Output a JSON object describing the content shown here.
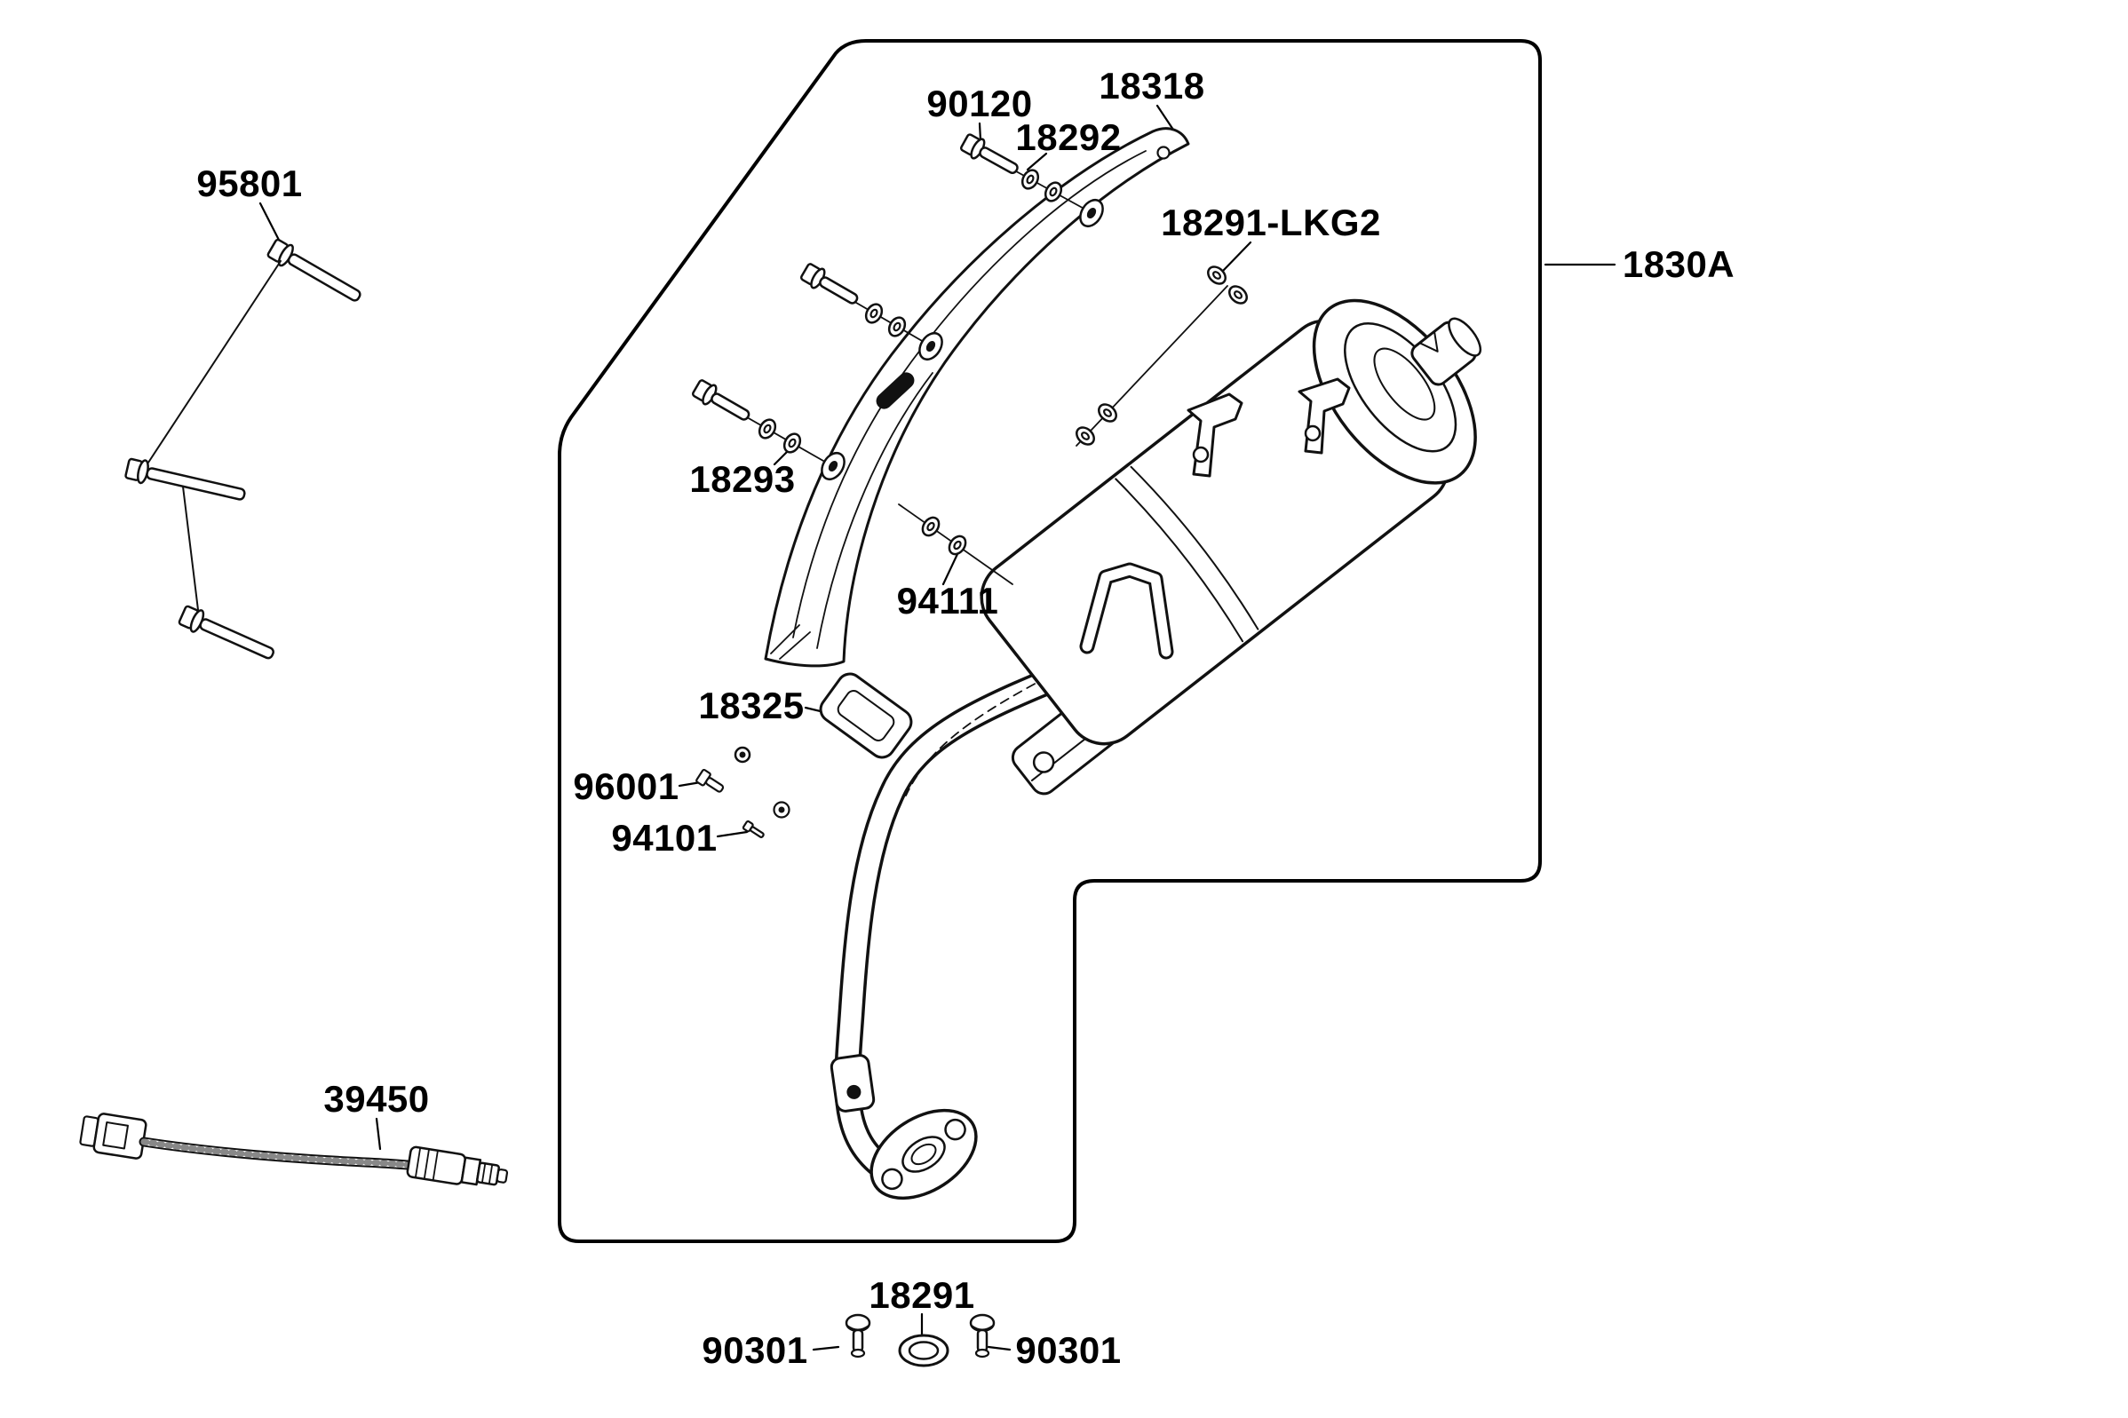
{
  "diagram": {
    "labels": {
      "p95801": "95801",
      "p90120": "90120",
      "p18318": "18318",
      "p18292": "18292",
      "p18291_lkg2": "18291-LKG2",
      "p1830a": "1830A",
      "p18293": "18293",
      "p94111": "94111",
      "p18325": "18325",
      "p96001": "96001",
      "p94101": "94101",
      "p39450": "39450",
      "p18291": "18291",
      "p90301_left": "90301",
      "p90301_right": "90301"
    },
    "colors": {
      "line": "#111111",
      "label_text": "#000000",
      "background": "#ffffff"
    }
  }
}
